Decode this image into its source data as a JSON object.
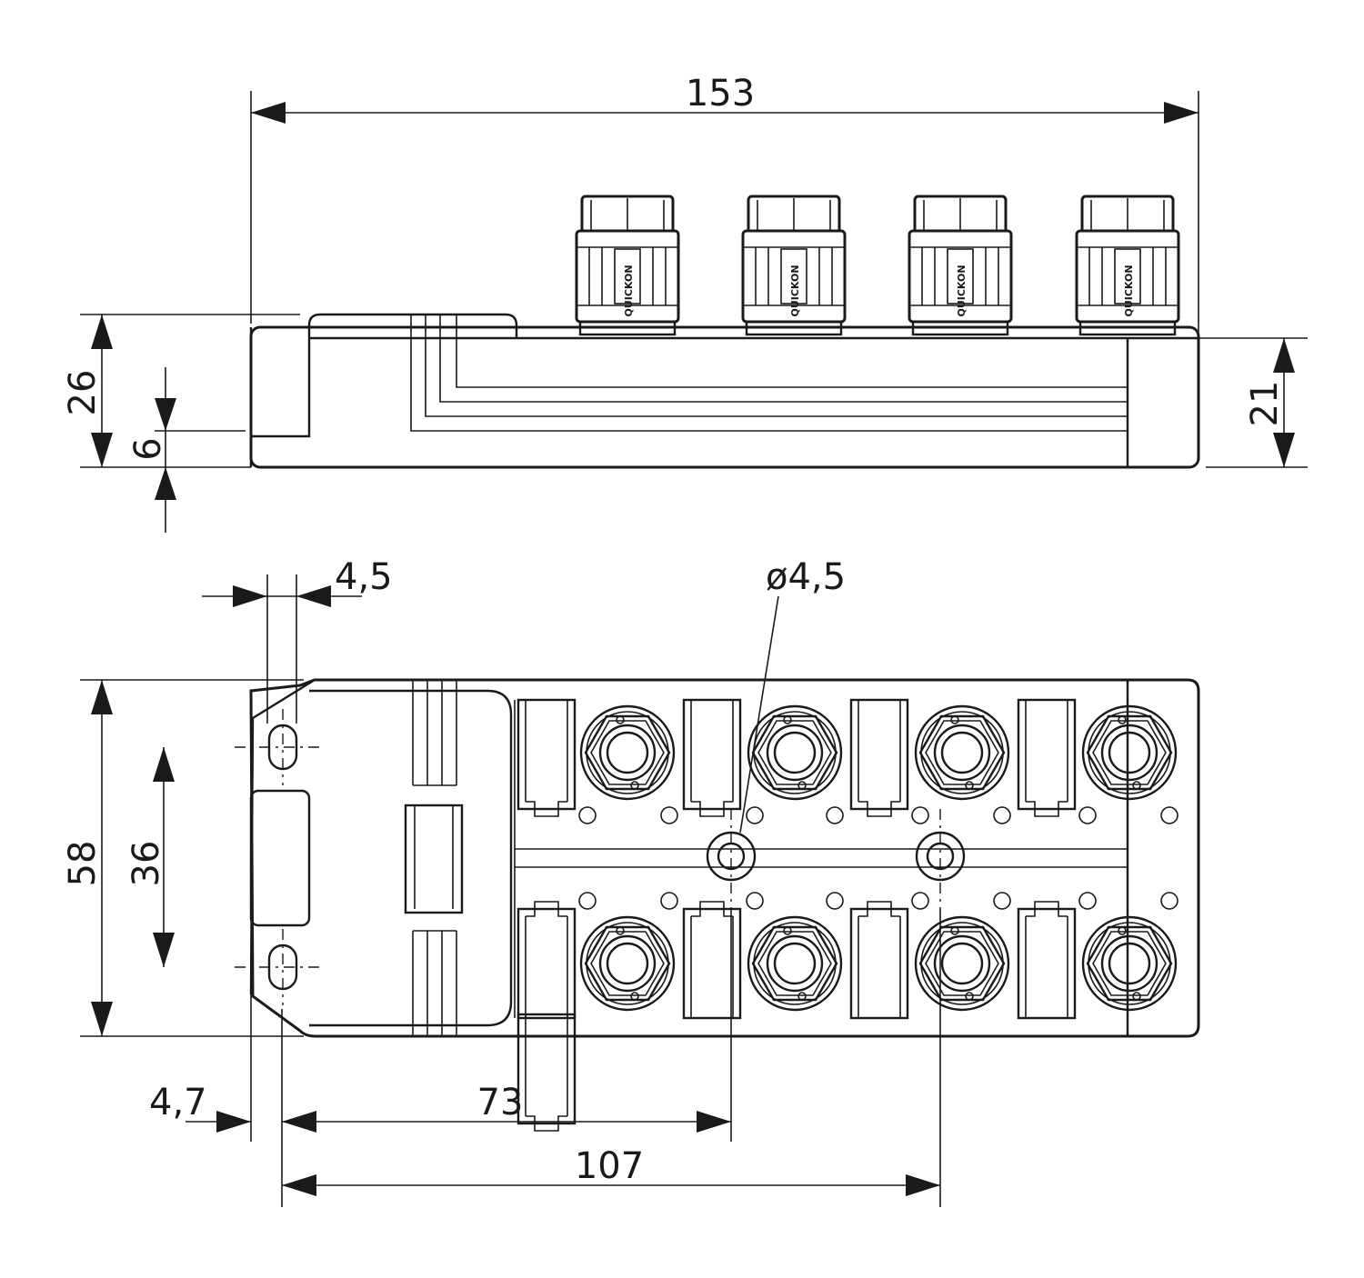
{
  "dimensions": {
    "overall_length": "153",
    "overall_height": "26",
    "foot_height": "6",
    "body_height": "21",
    "slot_width": "4,5",
    "hole_diameter": "ø4,5",
    "overall_width": "58",
    "hole_spacing": "36",
    "hole_offset": "4,7",
    "hole_pos_1": "73",
    "hole_pos_2": "107"
  },
  "connector": {
    "brand_label": "QUICKON",
    "count_side_view": 4,
    "count_top_view": 8
  },
  "colors": {
    "line": "#1a1a1a",
    "background": "#ffffff"
  }
}
